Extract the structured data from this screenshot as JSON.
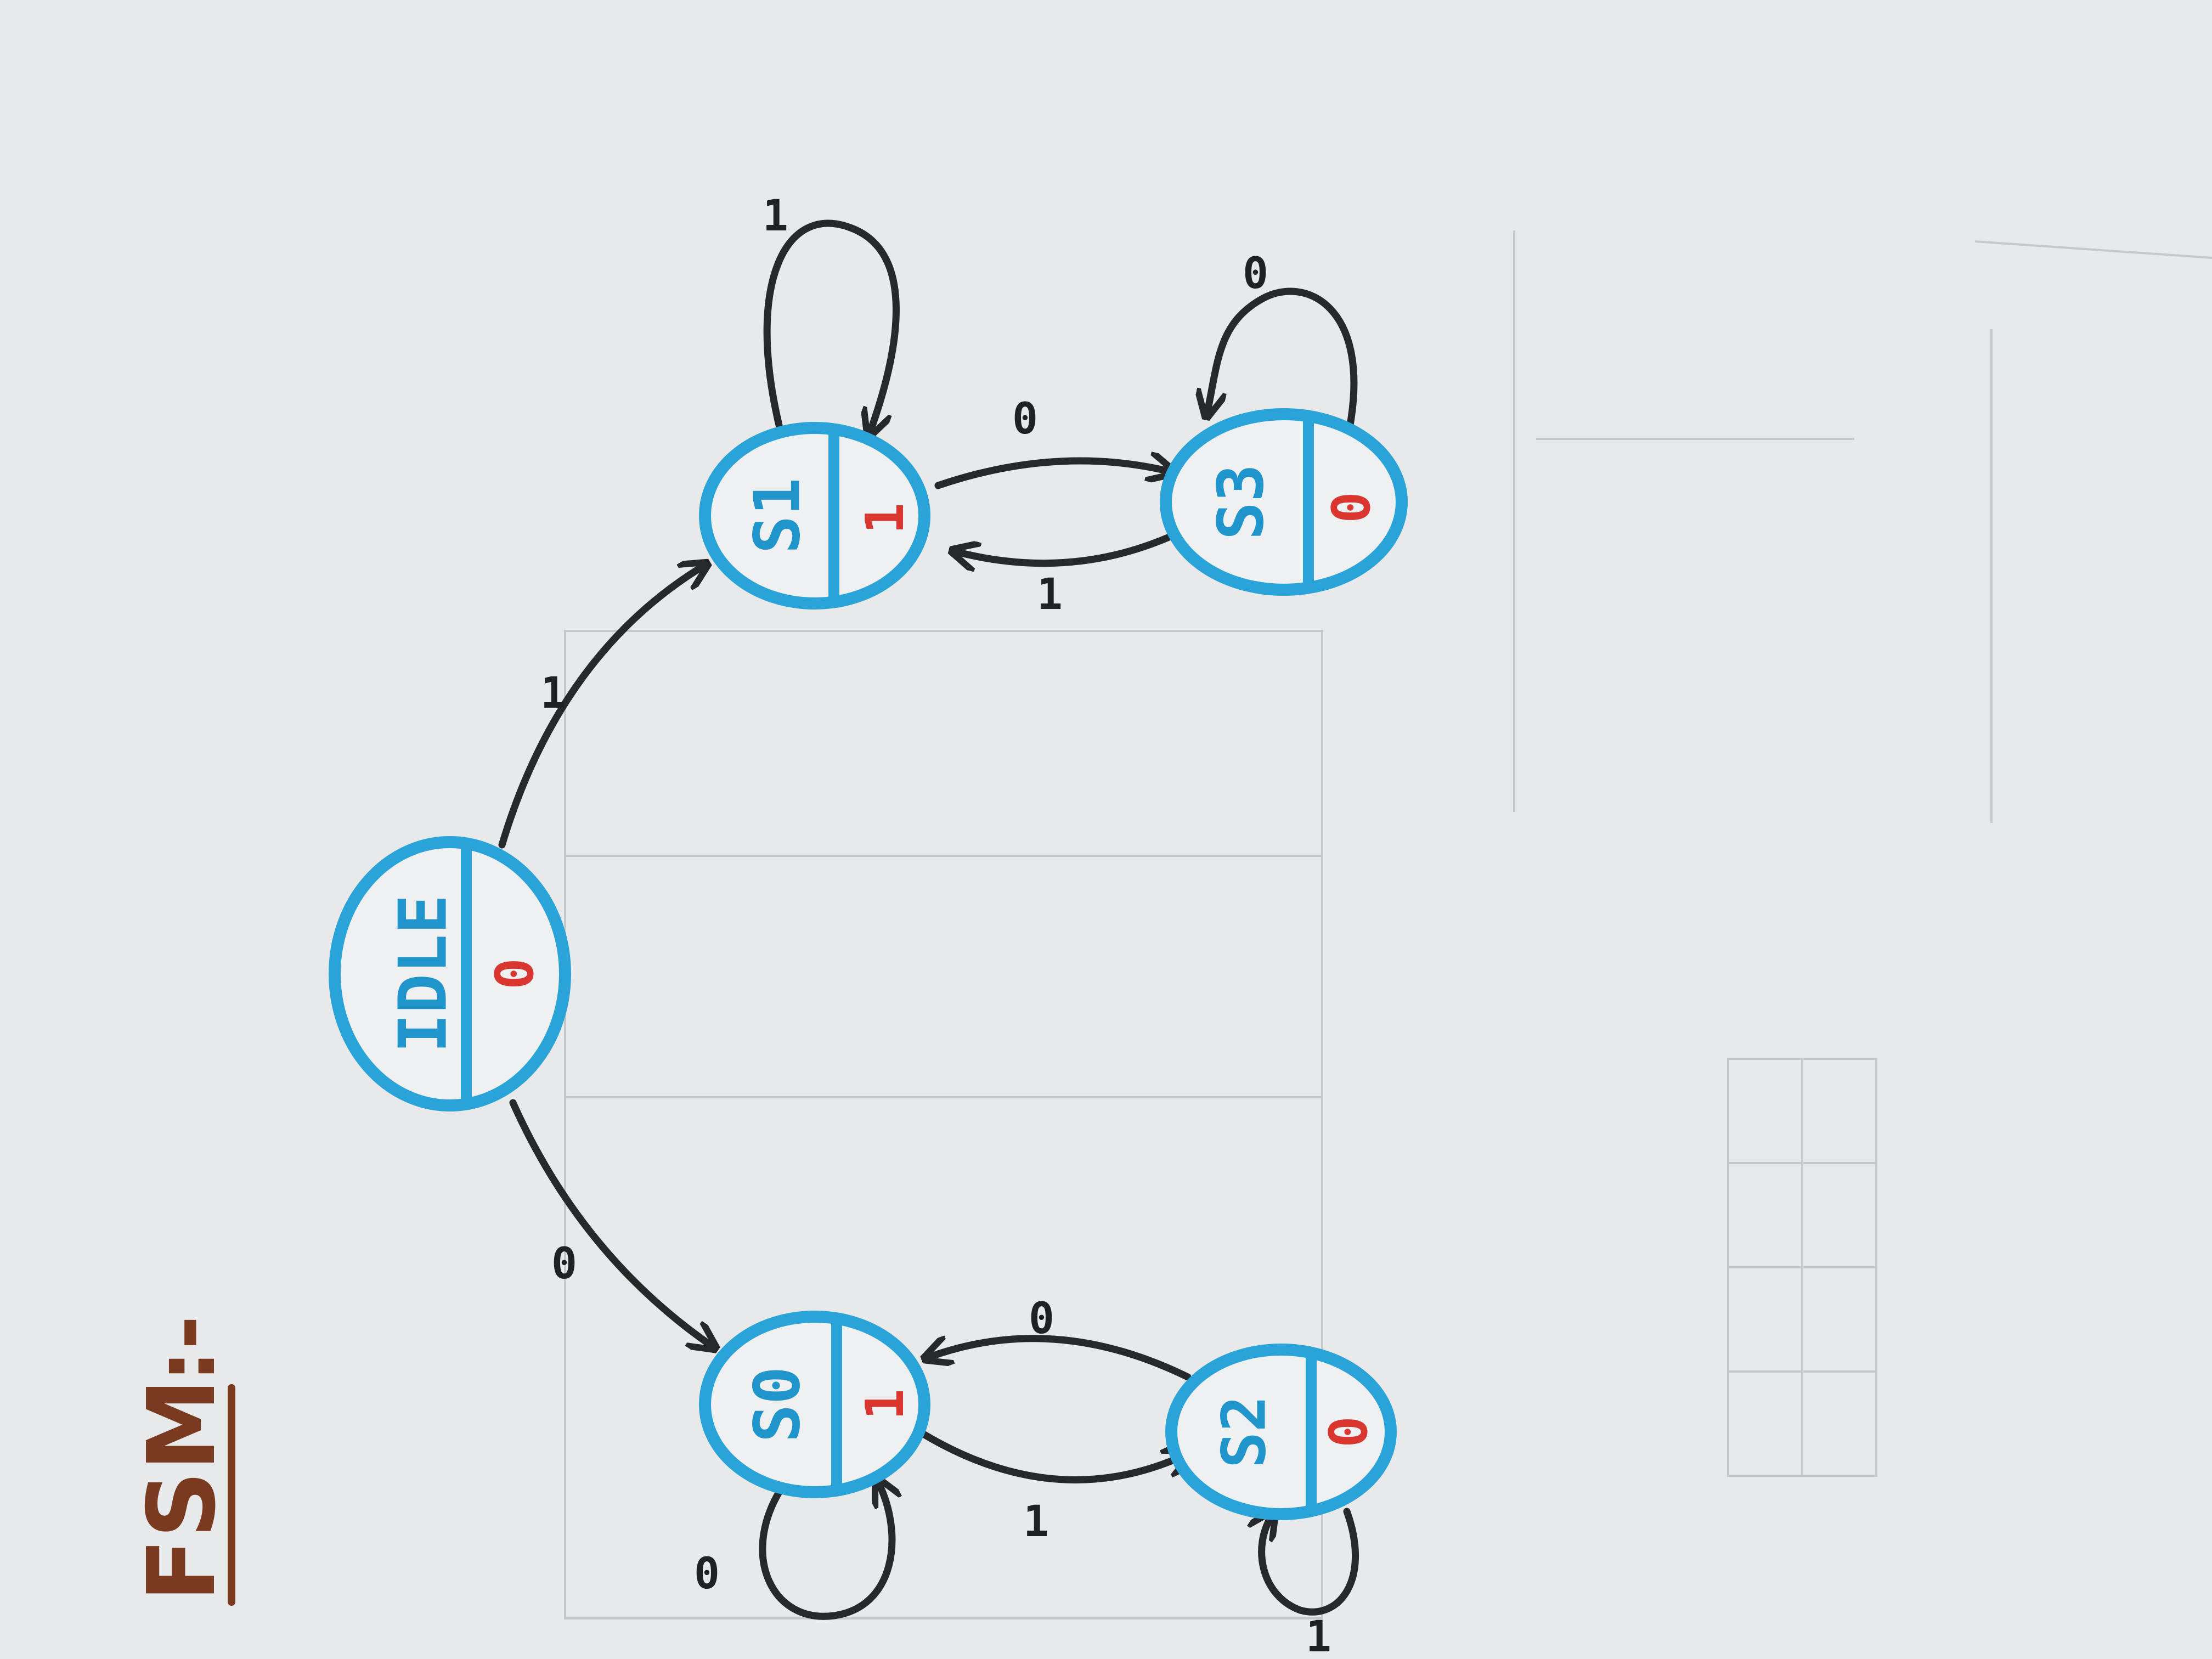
{
  "title": "FSM",
  "title_suffix": ":-",
  "colors": {
    "state_stroke": "#2aa4d8",
    "state_text": "#1f95cc",
    "output_text": "#d8362e",
    "edge": "#26282c",
    "title": "#7a3a20",
    "paper": "#e7e9ea"
  },
  "states": [
    {
      "id": "IDLE",
      "name": "IDLE",
      "output": "0"
    },
    {
      "id": "S1",
      "name": "S1",
      "output": "1"
    },
    {
      "id": "S0",
      "name": "S0",
      "output": "1"
    },
    {
      "id": "S3",
      "name": "S3",
      "output": "0"
    },
    {
      "id": "S2",
      "name": "S2",
      "output": "0"
    }
  ],
  "transitions": [
    {
      "from": "IDLE",
      "to": "S1",
      "input": "1"
    },
    {
      "from": "IDLE",
      "to": "S0",
      "input": "0"
    },
    {
      "from": "S1",
      "to": "S1",
      "input": "1"
    },
    {
      "from": "S1",
      "to": "S3",
      "input": "0"
    },
    {
      "from": "S3",
      "to": "S1",
      "input": "1"
    },
    {
      "from": "S3",
      "to": "S3",
      "input": "0"
    },
    {
      "from": "S0",
      "to": "S0",
      "input": "0"
    },
    {
      "from": "S0",
      "to": "S2",
      "input": "1"
    },
    {
      "from": "S2",
      "to": "S0",
      "input": "0"
    },
    {
      "from": "S2",
      "to": "S2",
      "input": "1"
    }
  ]
}
